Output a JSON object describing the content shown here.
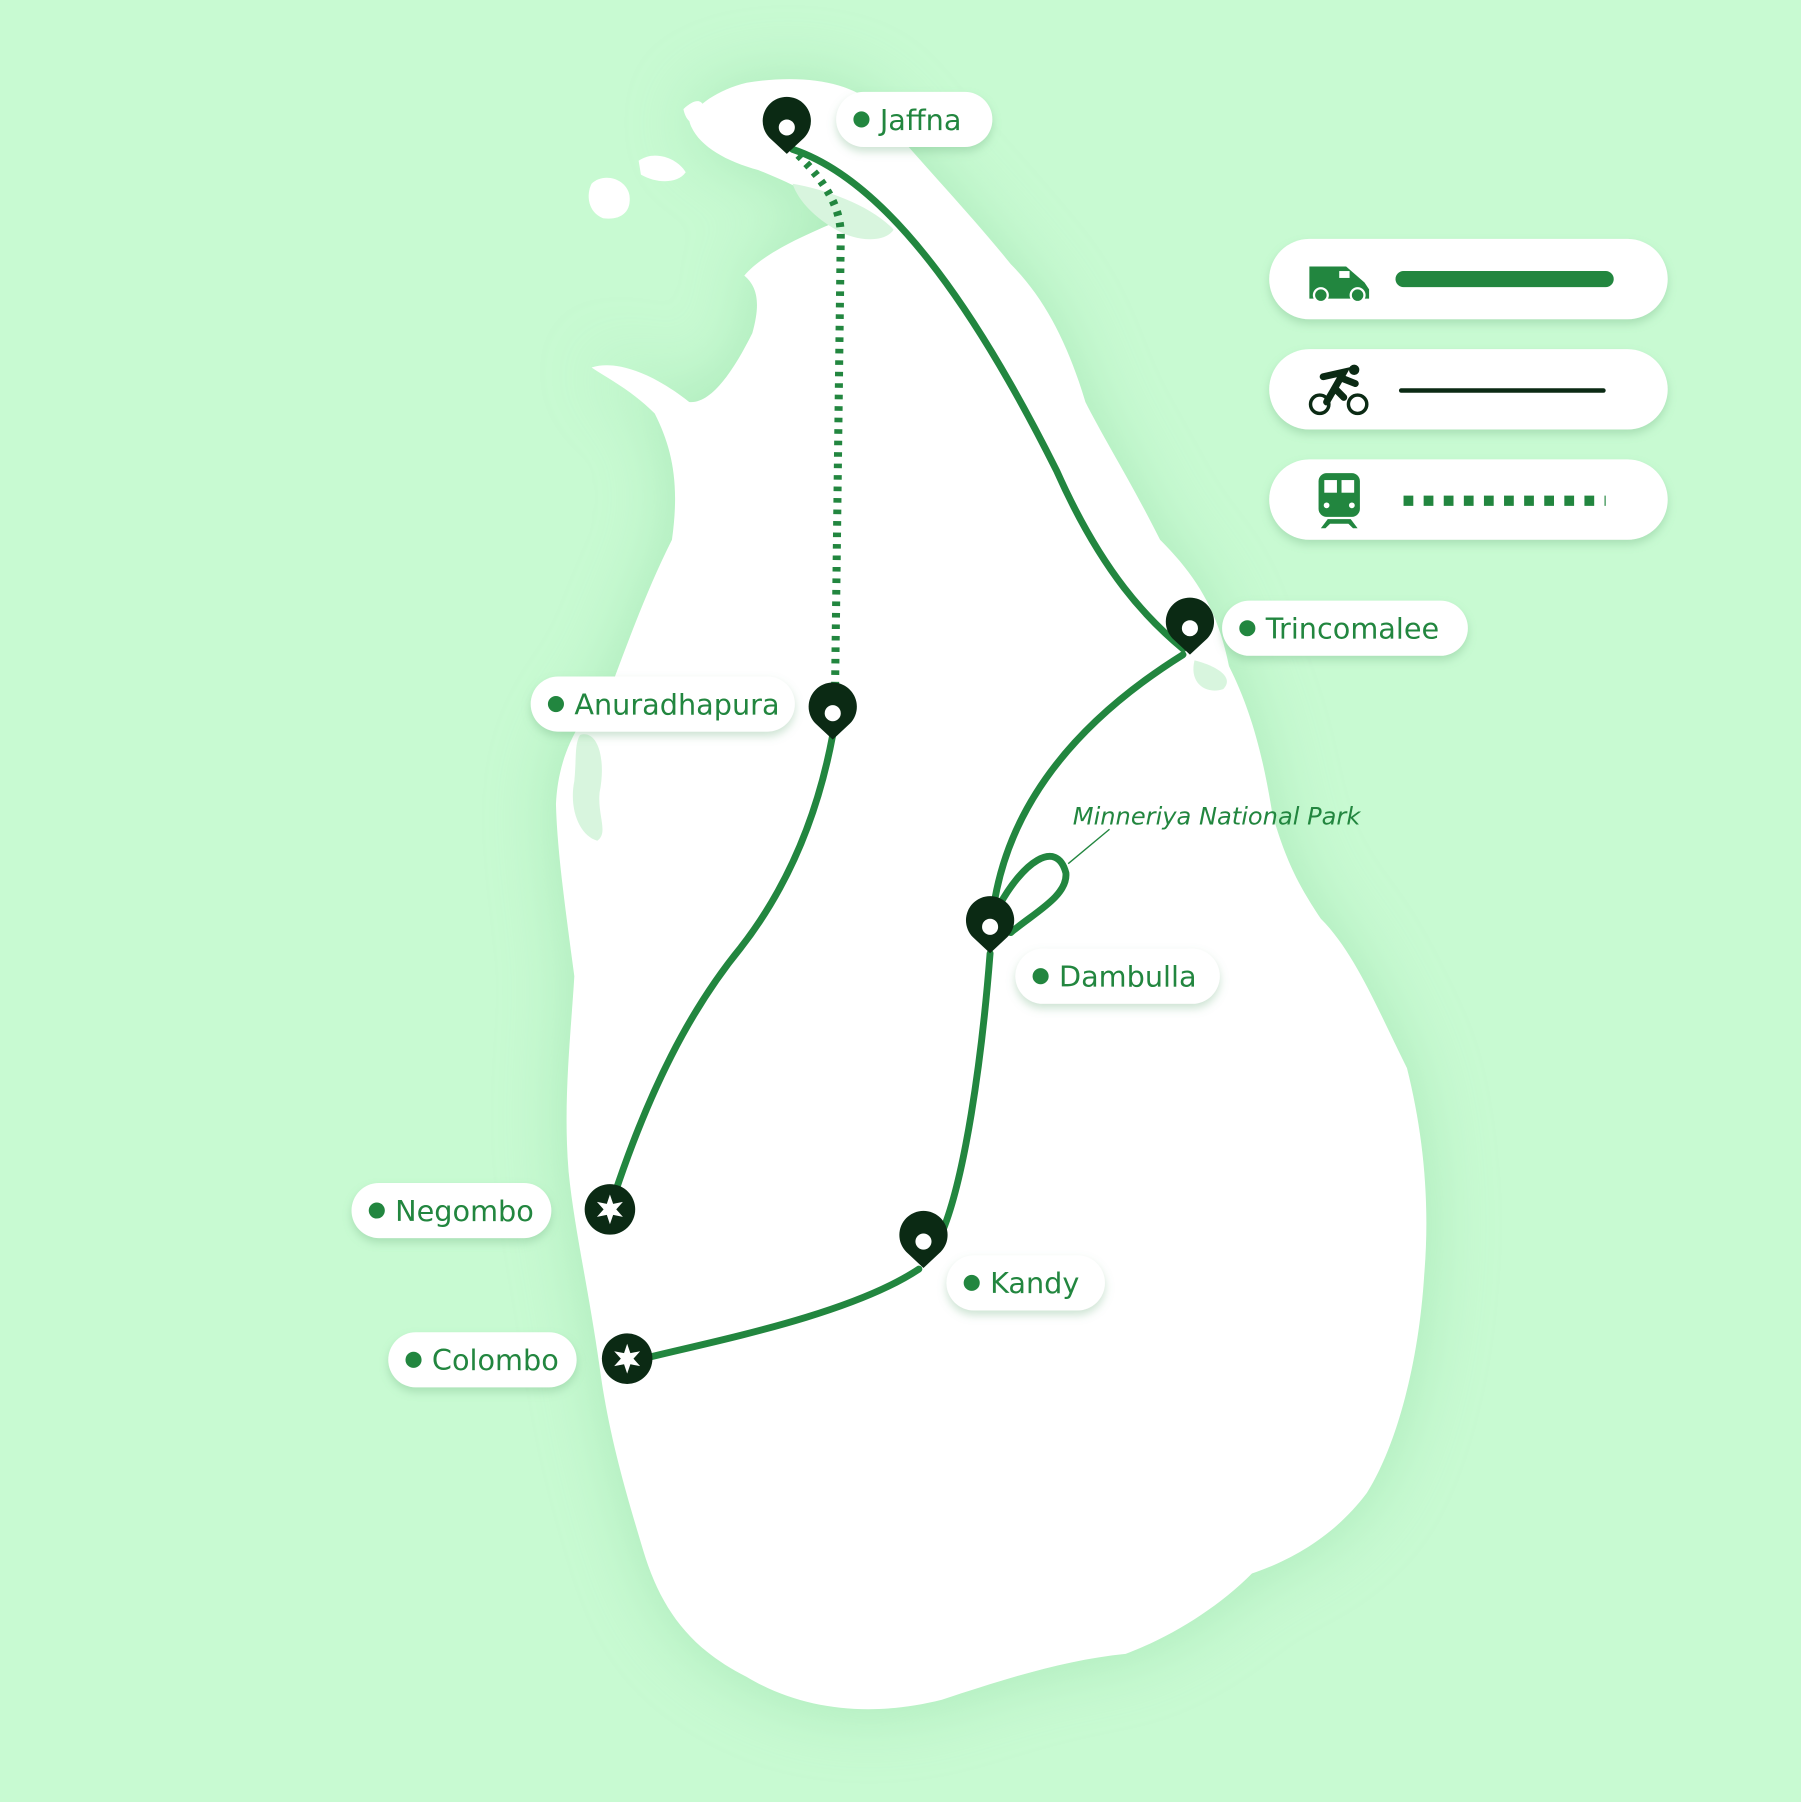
{
  "map": {
    "title": "Sri Lanka route map",
    "colors": {
      "background": "#c8fad2",
      "land": "#ffffff",
      "route": "#22863f",
      "marker": "#0b2a14"
    },
    "places": [
      {
        "name": "Jaffna",
        "marker": "pin"
      },
      {
        "name": "Trincomalee",
        "marker": "pin"
      },
      {
        "name": "Anuradhapura",
        "marker": "pin"
      },
      {
        "name": "Dambulla",
        "marker": "pin"
      },
      {
        "name": "Negombo",
        "marker": "star"
      },
      {
        "name": "Kandy",
        "marker": "pin"
      },
      {
        "name": "Colombo",
        "marker": "star"
      }
    ],
    "annotation": "Minneriya National Park",
    "routes": [
      {
        "from": "Jaffna",
        "to": "Trincomalee",
        "mode": "van"
      },
      {
        "from": "Jaffna",
        "to": "Anuradhapura",
        "mode": "train"
      },
      {
        "from": "Anuradhapura",
        "to": "Negombo",
        "mode": "van"
      },
      {
        "from": "Trincomalee",
        "to": "Dambulla",
        "mode": "van"
      },
      {
        "from": "Dambulla",
        "to": "Minneriya National Park",
        "mode": "van"
      },
      {
        "from": "Dambulla",
        "to": "Kandy",
        "mode": "van"
      },
      {
        "from": "Kandy",
        "to": "Colombo",
        "mode": "van"
      }
    ]
  },
  "legend": [
    {
      "icon": "van-icon",
      "line": "solid-thick-green"
    },
    {
      "icon": "cyclist-icon",
      "line": "solid-thin-dark"
    },
    {
      "icon": "train-icon",
      "line": "dashed-green"
    }
  ]
}
